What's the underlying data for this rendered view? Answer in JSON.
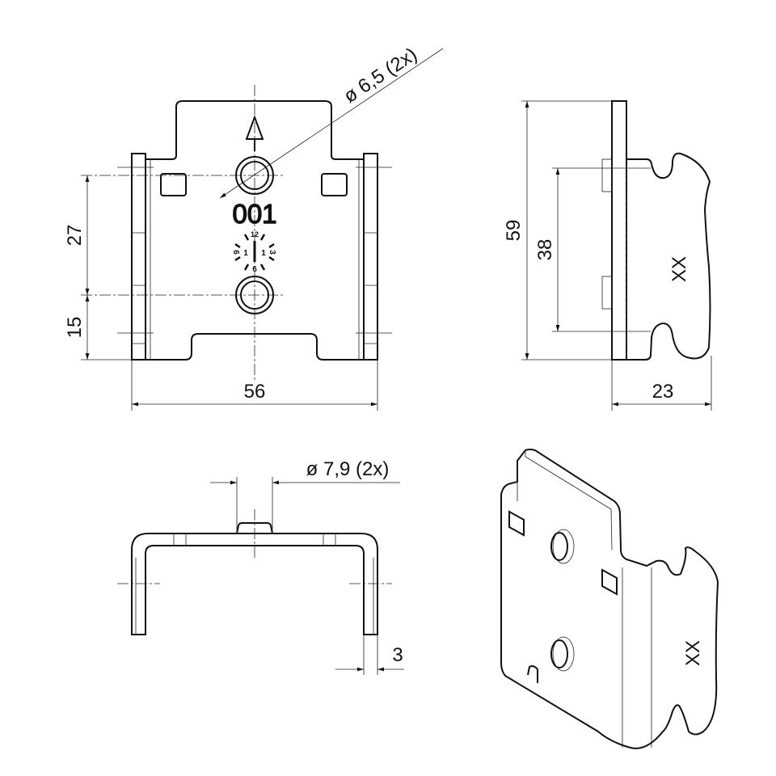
{
  "front_view": {
    "hole_callout": "ø 6,5 (2x)",
    "part_number": "001",
    "clock": {
      "n12": "12",
      "n3": "3",
      "n6": "6",
      "n9": "9",
      "left1": "1",
      "right1": "1"
    },
    "dim_hole_spacing": "27",
    "dim_bottom": "15",
    "dim_width": "56"
  },
  "side_view": {
    "dim_height": "59",
    "dim_inner": "38",
    "dim_depth": "23",
    "marking": "XX"
  },
  "bottom_view": {
    "boss_callout": "ø 7,9 (2x)",
    "dim_thickness": "3"
  },
  "iso_view": {
    "marking": "XX"
  }
}
